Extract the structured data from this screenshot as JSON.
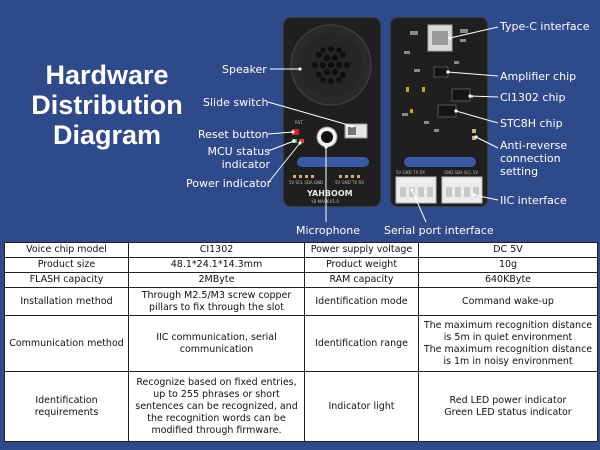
{
  "title": {
    "line1": "Hardware",
    "line2": "Distribution",
    "line3": "Diagram"
  },
  "board": {
    "front_logo": "YAHBOOM",
    "front_model": "YB-MASK-V1.0",
    "front_mark": "RST",
    "front_pins": "5V SCL SDA GND",
    "front_pins2": "5V GND TX RX",
    "back_pins_left": "5V GND TX RX",
    "back_pins_right": "GND SDA SCL 5V"
  },
  "callouts": {
    "speaker": "Speaker",
    "slide_switch": "Slide switch",
    "reset_button": "Reset button",
    "mcu_status": "MCU status indicator",
    "power_indicator": "Power indicator",
    "microphone": "Microphone",
    "serial_port": "Serial port interface",
    "type_c": "Type-C interface",
    "amplifier": "Amplifier chip",
    "ci1302": "CI1302 chip",
    "stc8h": "STC8H chip",
    "anti_reverse": "Anti-reverse connection setting",
    "iic": "IIC interface"
  },
  "table": {
    "rows": [
      [
        "Voice chip model",
        "CI1302",
        "Power supply voltage",
        "DC 5V"
      ],
      [
        "Product size",
        "48.1*24.1*14.3mm",
        "Product weight",
        "10g"
      ],
      [
        "FLASH capacity",
        "2MByte",
        "RAM capacity",
        "640KByte"
      ],
      [
        "Installation method",
        "Through M2.5/M3 screw copper pillars to fix through the slot",
        "Identification mode",
        "Command wake-up"
      ],
      [
        "Communication method",
        "IIC communication, serial communication",
        "Identification range",
        "The maximum recognition distance is 5m in quiet environment",
        "The maximum recognition distance is 1m in noisy environment"
      ],
      [
        "Identification requirements",
        "Recognize based on fixed entries, up to 255 phrases or short sentences can be recognized, and the recognition words can be modified through firmware.",
        "Indicator light",
        "Red LED power indicator",
        "Green LED status indicator"
      ]
    ]
  },
  "colors": {
    "background": "#2f4a8a",
    "board": "#1f1f1f",
    "text": "#ffffff",
    "connector": "#e8e8e8"
  }
}
